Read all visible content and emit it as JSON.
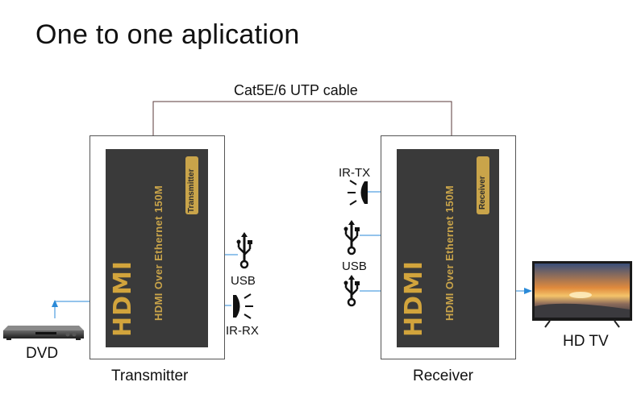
{
  "title": "One to one aplication",
  "cable": {
    "label": "Cat5E/6 UTP cable"
  },
  "transmitter": {
    "device_text": "HDMI Over Ethernet 150M",
    "badge": "Transmitter",
    "logo": "HDMI",
    "caption": "Transmitter",
    "ports": {
      "usb": "USB",
      "ir": "IR-RX"
    }
  },
  "receiver": {
    "device_text": "HDMI Over Ethernet 150M",
    "badge": "Receiver",
    "logo": "HDMI",
    "caption": "Receiver",
    "ports": {
      "usb": "USB",
      "ir": "IR-TX"
    }
  },
  "source": {
    "label": "DVD"
  },
  "display": {
    "label": "HD TV"
  },
  "colors": {
    "device": "#3a3a3a",
    "gold": "#c9a44a",
    "link": "#2a8ad8",
    "cable": "#5a3a3a"
  }
}
